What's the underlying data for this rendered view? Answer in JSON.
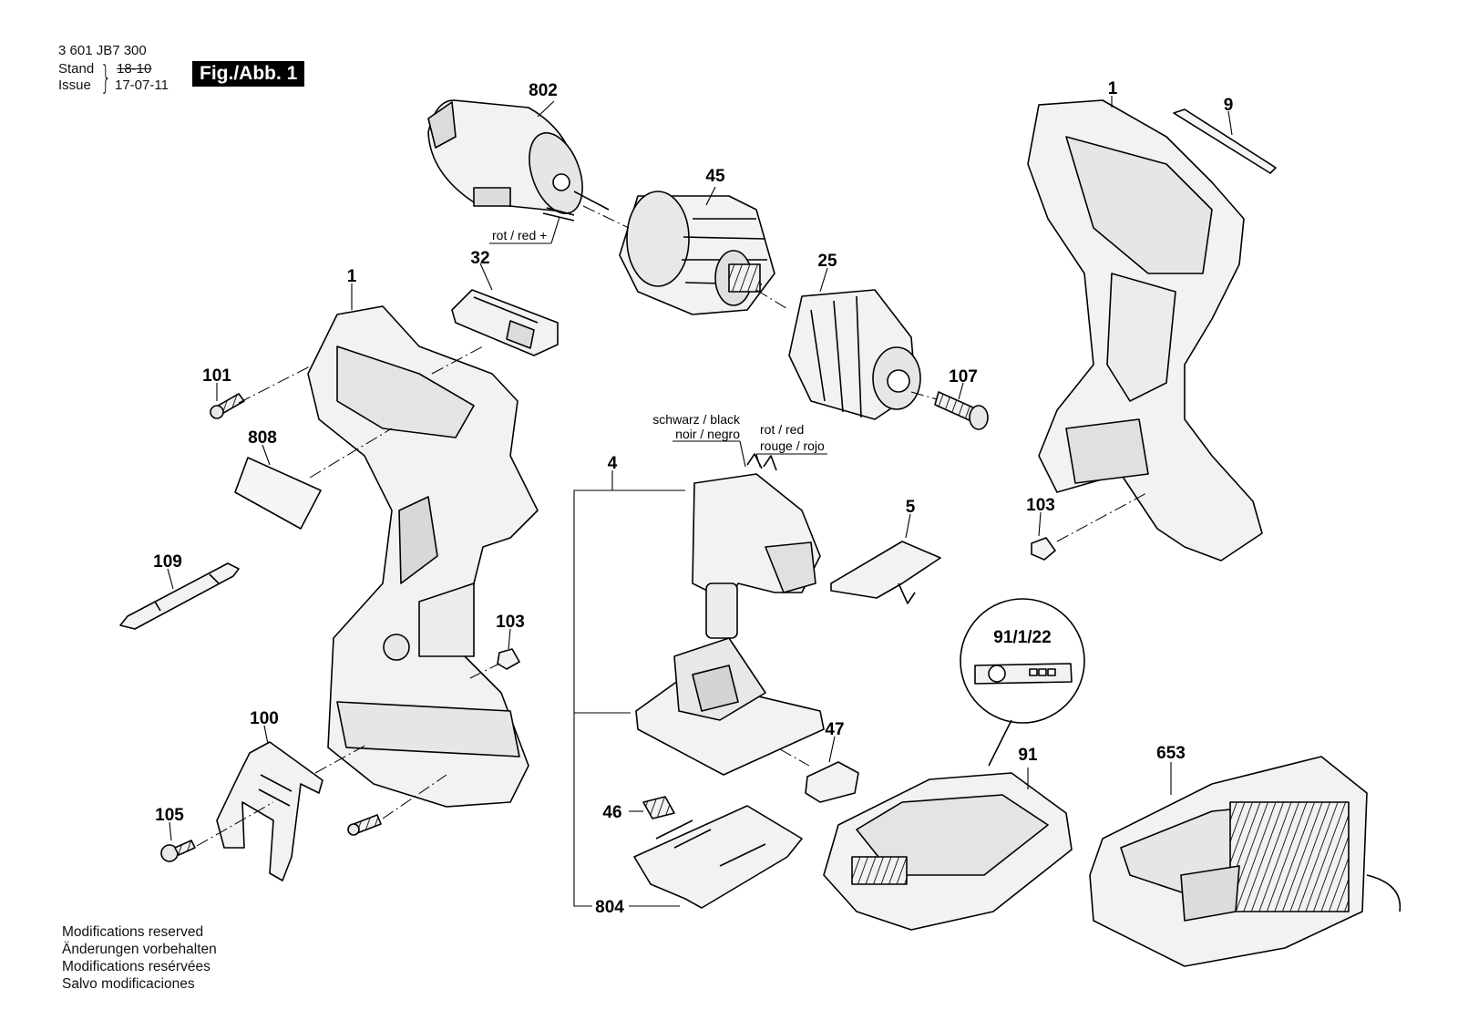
{
  "header": {
    "part_number": "3 601 JB7 300",
    "stand_label": "Stand",
    "issue_label": "Issue",
    "old_date": "18-10",
    "new_date": "17-07-11",
    "figure_label": "Fig./Abb. 1"
  },
  "callouts": {
    "c802": "802",
    "c45": "45",
    "c32": "32",
    "c25": "25",
    "c1_left": "1",
    "c1_right": "1",
    "c9": "9",
    "c101": "101",
    "c808": "808",
    "c109": "109",
    "c107": "107",
    "c4": "4",
    "c5": "5",
    "c103_left": "103",
    "c103_right": "103",
    "c100": "100",
    "c105": "105",
    "c47": "47",
    "c46": "46",
    "c804": "804",
    "c91122": "91/1/22",
    "c91": "91",
    "c653": "653"
  },
  "wire_notes": {
    "motor_red": "rot / red +",
    "black_line1": "schwarz / black",
    "black_line2": "noir / negro",
    "red_line1": "rot / red",
    "red_line2": "rouge / rojo"
  },
  "footer": {
    "line1": "Modifications reserved",
    "line2": "Änderungen vorbehalten",
    "line3": "Modifications resérvées",
    "line4": "Salvo modificaciones"
  },
  "colors": {
    "ink": "#000000",
    "part_fill": "#f2f2f2",
    "dark_fill": "#cfcfcf",
    "badge": "#000000"
  }
}
